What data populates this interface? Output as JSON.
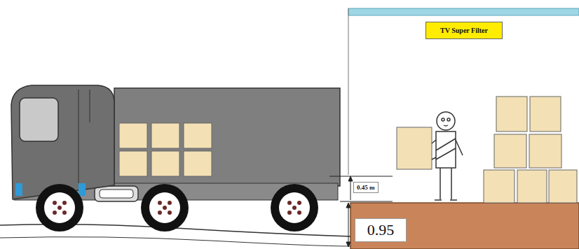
{
  "diagram": {
    "nodes": [
      {
        "text": [
          "TV Super Filter"
        ]
      },
      {
        "text": [
          "0.95"
        ]
      }
    ],
    "labels": [
      "0.45 m"
    ]
  }
}
